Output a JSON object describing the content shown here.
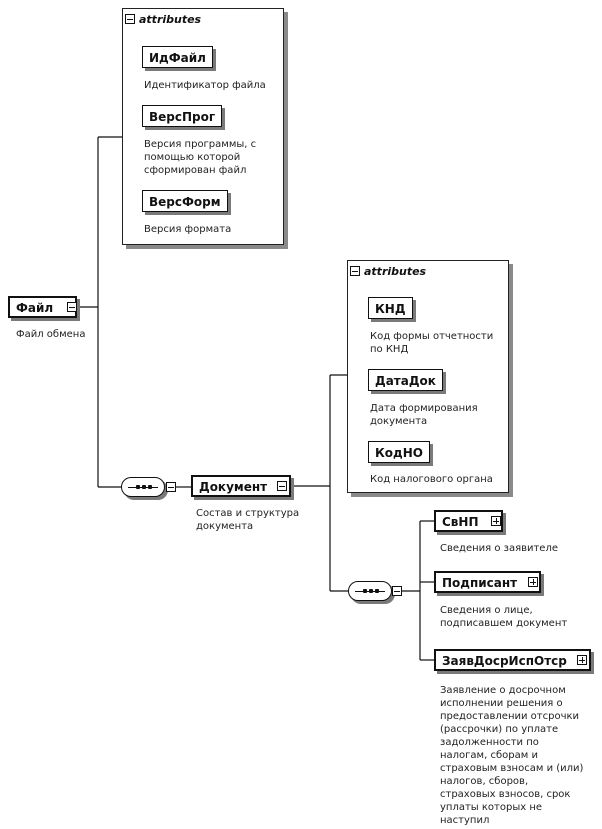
{
  "file": {
    "name": "Файл",
    "desc": "Файл обмена"
  },
  "file_attrs": {
    "title": "attributes",
    "items": [
      {
        "name": "ИдФайл",
        "desc": "Идентификатор файла"
      },
      {
        "name": "ВерсПрог",
        "desc": "Версия программы, с помощью которой сформирован файл"
      },
      {
        "name": "ВерсФорм",
        "desc": "Версия формата"
      }
    ]
  },
  "document": {
    "name": "Документ",
    "desc": "Состав и структура документа"
  },
  "doc_attrs": {
    "title": "attributes",
    "items": [
      {
        "name": "КНД",
        "desc": "Код формы отчетности по КНД"
      },
      {
        "name": "ДатаДок",
        "desc": "Дата формирования документа"
      },
      {
        "name": "КодНО",
        "desc": "Код налогового органа"
      }
    ]
  },
  "children": [
    {
      "name": "СвНП",
      "desc": "Сведения о заявителе"
    },
    {
      "name": "Подписант",
      "desc": "Сведения о лице, подписавшем документ"
    },
    {
      "name": "ЗаявДосрИспОтср",
      "desc": "Заявление о досрочном исполнении решения о предоставлении отсрочки (рассрочки) по уплате задолженности по налогам, сборам и страховым взносам и (или) налогов, сборов, страховых взносов, срок уплаты которых не наступил"
    }
  ]
}
